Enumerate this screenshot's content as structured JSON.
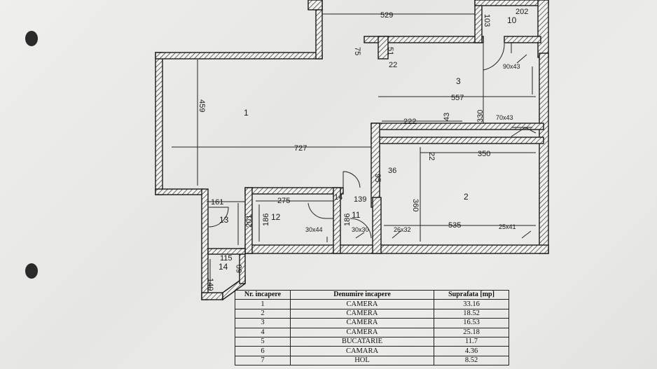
{
  "dimensions": {
    "d529": "529",
    "d103": "103",
    "d202": "202",
    "d75": "75",
    "d51": "51",
    "d22a": "22",
    "d459": "459",
    "d557": "557",
    "d330": "330",
    "d222": "222",
    "d43": "43",
    "d727": "727",
    "d22b": "22",
    "d350": "350",
    "d95": "95",
    "d36": "36",
    "d161": "161",
    "d275": "275",
    "d14": "14",
    "d139": "139",
    "d360": "360",
    "d201": "201",
    "d186a": "186",
    "d186b": "186",
    "d535": "535",
    "d115": "115",
    "d60": "60",
    "d140": "140"
  },
  "openings": {
    "o90x43": "90x43",
    "o70x43": "70x43",
    "o30x44": "30x44",
    "o30x30": "30x30",
    "o26x32": "26x32",
    "o25x41": "25x41"
  },
  "rooms": {
    "r1": "1",
    "r2": "2",
    "r3": "3",
    "r10": "10",
    "r11": "11",
    "r12": "12",
    "r13": "13",
    "r14": "14"
  },
  "table": {
    "headers": [
      "Nr. incapere",
      "Denumire incapere",
      "Suprafata [mp]"
    ],
    "rows": [
      {
        "nr": "1",
        "name": "CAMERA",
        "area": "33.16"
      },
      {
        "nr": "2",
        "name": "CAMERA",
        "area": "18.52"
      },
      {
        "nr": "3",
        "name": "CAMERA",
        "area": "16.53"
      },
      {
        "nr": "4",
        "name": "CAMERA",
        "area": "25.18"
      },
      {
        "nr": "5",
        "name": "BUCATARIE",
        "area": "11.7"
      },
      {
        "nr": "6",
        "name": "CAMARA",
        "area": "4.36"
      },
      {
        "nr": "7",
        "name": "HOL",
        "area": "8.52"
      }
    ]
  }
}
